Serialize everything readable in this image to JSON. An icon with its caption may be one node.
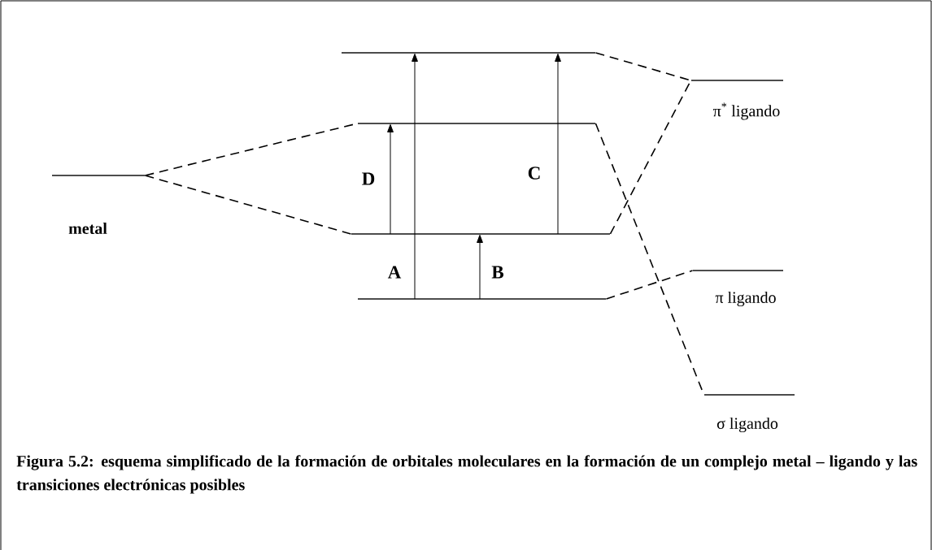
{
  "diagram": {
    "caption": "Figura 5.2: esquema simplificado de la formación de orbitales moleculares en la formación de un complejo metal – ligando y las transiciones electrónicas posibles",
    "nodes": [
      {
        "text": [],
        "shape": "bar",
        "beside": [
          "metal"
        ]
      },
      {
        "text": [],
        "shape": "bar"
      },
      {
        "text": [],
        "shape": "bar"
      },
      {
        "text": [],
        "shape": "bar"
      },
      {
        "text": [],
        "shape": "bar"
      },
      {
        "text": [],
        "shape": "bar",
        "beside": [
          "π$^{*}$ ligando"
        ]
      },
      {
        "text": [],
        "shape": "bar",
        "beside": [
          "π ligando"
        ]
      },
      {
        "text": [],
        "shape": "bar",
        "beside": [
          "σ ligando"
        ]
      }
    ],
    "edges": [
      {
        "from": 0,
        "to": 2,
        "arrow": "none",
        "style": "dashed"
      },
      {
        "from": 0,
        "to": 3,
        "arrow": "none",
        "style": "dashed"
      },
      {
        "from": 1,
        "to": 5,
        "arrow": "none",
        "style": "dashed"
      },
      {
        "from": 3,
        "to": 5,
        "arrow": "none",
        "style": "dashed"
      },
      {
        "from": 2,
        "to": 7,
        "arrow": "none",
        "style": "dashed"
      },
      {
        "from": 4,
        "to": 6,
        "arrow": "none",
        "style": "dashed"
      },
      {
        "from": 4,
        "to": 1,
        "arrow": "to",
        "label": "A"
      },
      {
        "from": 4,
        "to": 3,
        "arrow": "to",
        "label": "B"
      },
      {
        "from": 3,
        "to": 1,
        "arrow": "to",
        "label": "C"
      },
      {
        "from": 3,
        "to": 2,
        "arrow": "to",
        "label": "D"
      }
    ]
  }
}
